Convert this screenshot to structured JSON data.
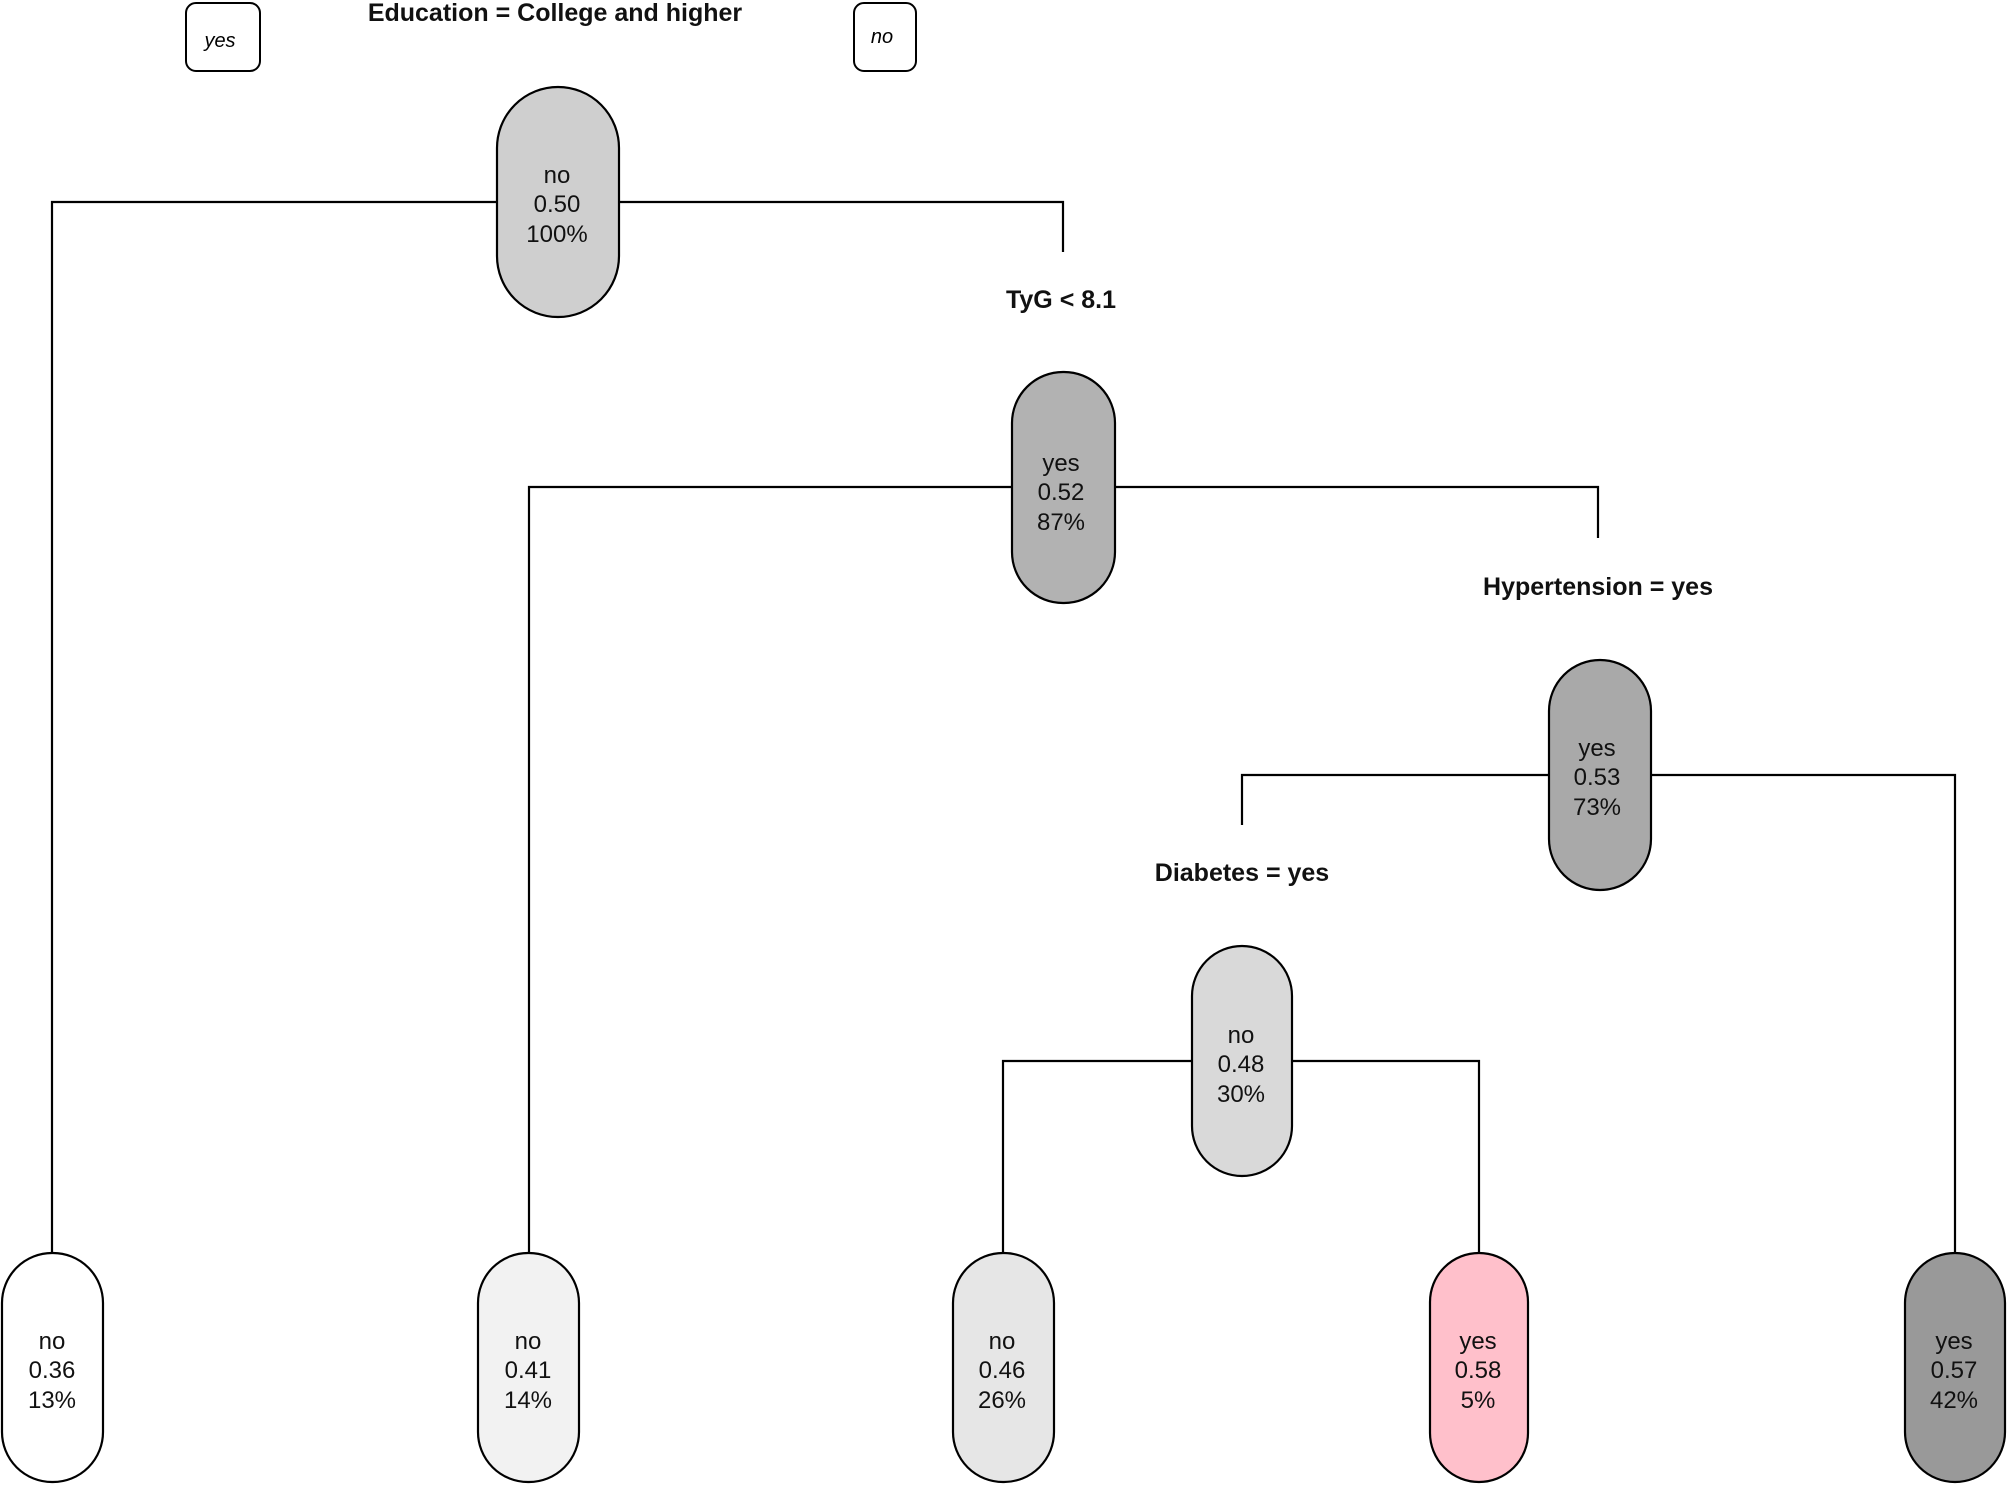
{
  "legend": {
    "left_label": "yes",
    "right_label": "no"
  },
  "splits": {
    "root": "Education = College and higher",
    "tyg": "TyG < 8.1",
    "hypertension": "Hypertension = yes",
    "diabetes": "Diabetes = yes"
  },
  "nodes": {
    "root": {
      "class": "no",
      "prob": "0.50",
      "pct": "100%",
      "color": "#cfcfcf"
    },
    "tyg": {
      "class": "yes",
      "prob": "0.52",
      "pct": "87%",
      "color": "#b2b2b2"
    },
    "hyper": {
      "class": "yes",
      "prob": "0.53",
      "pct": "73%",
      "color": "#a9a9a9"
    },
    "diabetes": {
      "class": "no",
      "prob": "0.48",
      "pct": "30%",
      "color": "#d9d9d9"
    },
    "leaf1": {
      "class": "no",
      "prob": "0.36",
      "pct": "13%",
      "color": "#ffffff"
    },
    "leaf2": {
      "class": "no",
      "prob": "0.41",
      "pct": "14%",
      "color": "#f2f2f2"
    },
    "leaf3": {
      "class": "no",
      "prob": "0.46",
      "pct": "26%",
      "color": "#e6e6e6"
    },
    "leaf4": {
      "class": "yes",
      "prob": "0.58",
      "pct": "5%",
      "color": "#ffc0cb"
    },
    "leaf5": {
      "class": "yes",
      "prob": "0.57",
      "pct": "42%",
      "color": "#999999"
    }
  }
}
